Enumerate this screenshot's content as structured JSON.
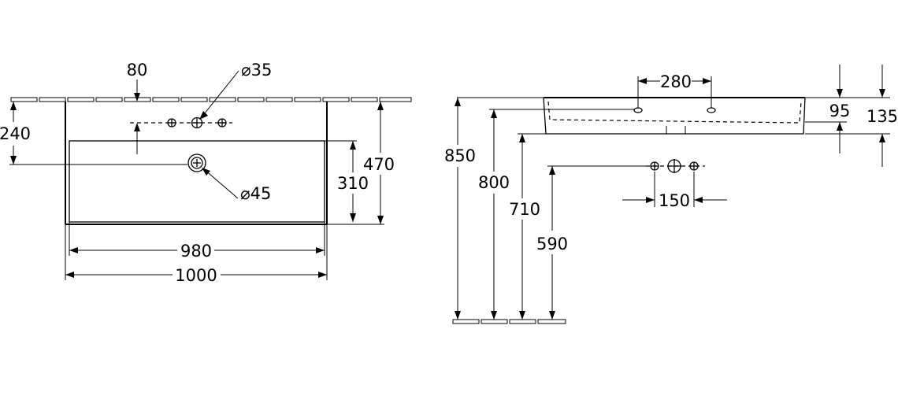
{
  "top_view": {
    "dim_tap_offset": "80",
    "dim_tap_hole": "⌀35",
    "dim_basin_depth_to_waste": "240",
    "dim_overall_depth": "470",
    "dim_bowl_depth": "310",
    "dim_waste_diameter": "⌀45",
    "dim_bowl_width": "980",
    "dim_overall_width": "1000"
  },
  "side_view": {
    "dim_tap_spacing_top": "280",
    "dim_rim_height": "850",
    "dim_overflow_height": "800",
    "dim_underside_height": "710",
    "dim_supply_height": "590",
    "dim_basin_thickness": "95",
    "dim_total_thickness": "135",
    "dim_supply_spacing": "150"
  }
}
